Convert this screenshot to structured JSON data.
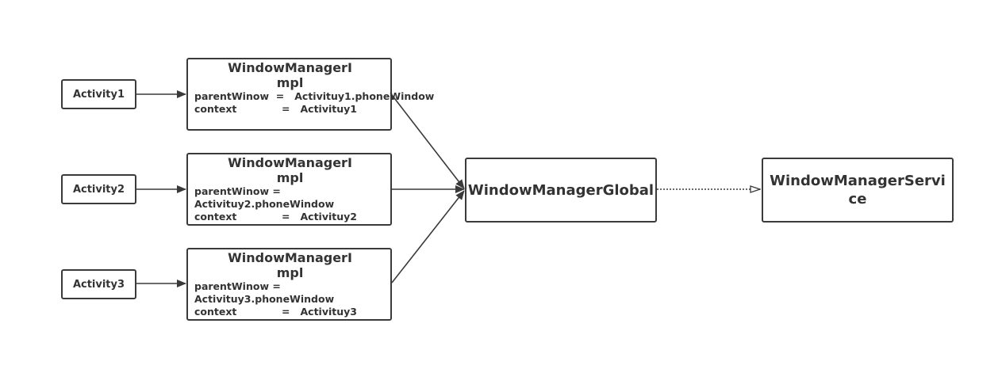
{
  "activities": [
    {
      "label": "Activity1"
    },
    {
      "label": "Activity2"
    },
    {
      "label": "Activity3"
    }
  ],
  "impls": [
    {
      "title": "WindowManagerImpl",
      "parent_line": "parentWinow  =   Activituy1.phoneWindow",
      "context_line": "context             =   Activituy1"
    },
    {
      "title": "WindowManagerImpl",
      "parent_line": "parentWinow  = Activituy2.phoneWindow",
      "context_line": "context             =   Activituy2"
    },
    {
      "title": "WindowManagerImpl",
      "parent_line": "parentWinow  = Activituy3.phoneWindow",
      "context_line": "context             =   Activituy3"
    }
  ],
  "global": {
    "label": "WindowManagerGlobal"
  },
  "service": {
    "label": "WindowManagerService"
  },
  "colors": {
    "stroke": "#3a3a3a",
    "text": "#333333",
    "background": "#ffffff"
  }
}
